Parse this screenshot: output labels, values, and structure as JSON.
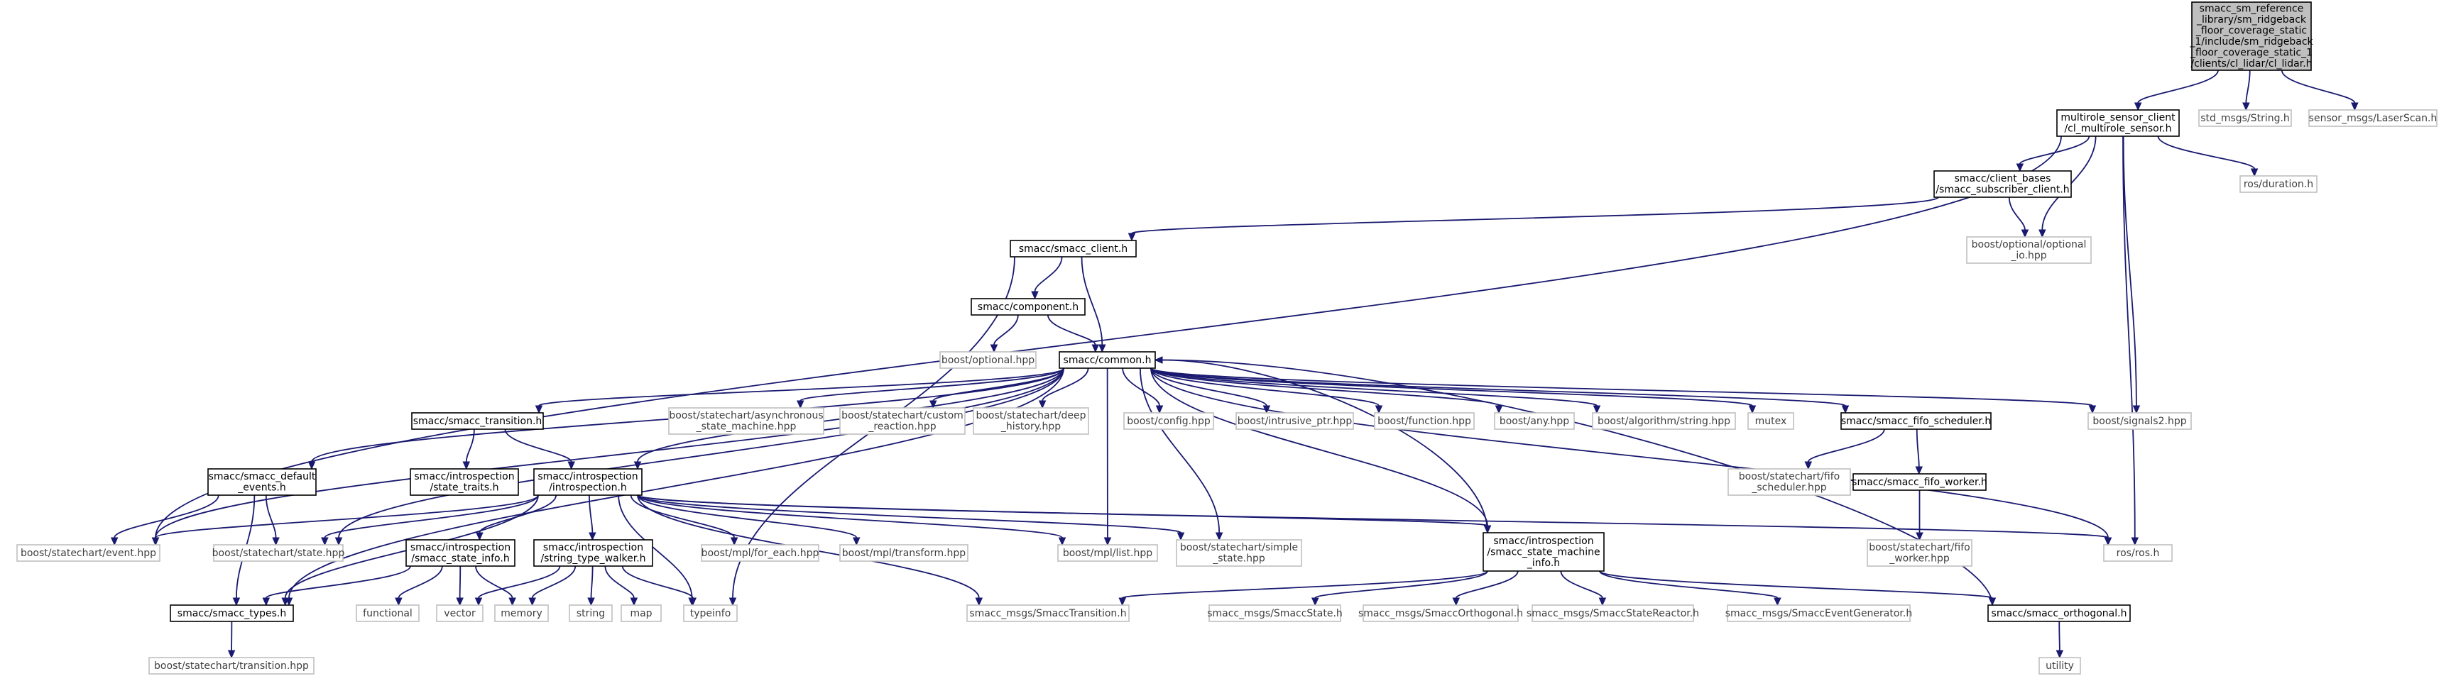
{
  "graph": {
    "type": "include-dependency-graph",
    "nodes": [
      {
        "id": "root",
        "kind": "root",
        "lines": [
          "smacc_sm_reference",
          "_library/sm_ridgeback",
          "_floor_coverage_static",
          "_1/include/sm_ridgeback",
          "_floor_coverage_static_1",
          "/clients/cl_lidar/cl_lidar.h"
        ]
      },
      {
        "id": "mrs",
        "kind": "local",
        "lines": [
          "multirole_sensor_client",
          "/cl_multirole_sensor.h"
        ]
      },
      {
        "id": "stdstr",
        "kind": "external",
        "lines": [
          "std_msgs/String.h"
        ]
      },
      {
        "id": "laser",
        "kind": "external",
        "lines": [
          "sensor_msgs/LaserScan.h"
        ]
      },
      {
        "id": "cbs",
        "kind": "local",
        "lines": [
          "smacc/client_bases",
          "/smacc_subscriber_client.h"
        ]
      },
      {
        "id": "rosdur",
        "kind": "external",
        "lines": [
          "ros/duration.h"
        ]
      },
      {
        "id": "optio",
        "kind": "external",
        "lines": [
          "boost/optional/optional",
          "_io.hpp"
        ]
      },
      {
        "id": "sclient",
        "kind": "local",
        "lines": [
          "smacc/smacc_client.h"
        ]
      },
      {
        "id": "comp",
        "kind": "local",
        "lines": [
          "smacc/component.h"
        ]
      },
      {
        "id": "opt",
        "kind": "external",
        "lines": [
          "boost/optional.hpp"
        ]
      },
      {
        "id": "common",
        "kind": "local",
        "lines": [
          "smacc/common.h"
        ]
      },
      {
        "id": "trans",
        "kind": "local",
        "lines": [
          "smacc/smacc_transition.h"
        ]
      },
      {
        "id": "async",
        "kind": "external",
        "lines": [
          "boost/statechart/asynchronous",
          "_state_machine.hpp"
        ]
      },
      {
        "id": "custom",
        "kind": "external",
        "lines": [
          "boost/statechart/custom",
          "_reaction.hpp"
        ]
      },
      {
        "id": "deephist",
        "kind": "external",
        "lines": [
          "boost/statechart/deep",
          "_history.hpp"
        ]
      },
      {
        "id": "config",
        "kind": "external",
        "lines": [
          "boost/config.hpp"
        ]
      },
      {
        "id": "intrusive",
        "kind": "external",
        "lines": [
          "boost/intrusive_ptr.hpp"
        ]
      },
      {
        "id": "function",
        "kind": "external",
        "lines": [
          "boost/function.hpp"
        ]
      },
      {
        "id": "any",
        "kind": "external",
        "lines": [
          "boost/any.hpp"
        ]
      },
      {
        "id": "algstr",
        "kind": "external",
        "lines": [
          "boost/algorithm/string.hpp"
        ]
      },
      {
        "id": "mutex",
        "kind": "external",
        "lines": [
          "mutex"
        ]
      },
      {
        "id": "fifosched",
        "kind": "local",
        "lines": [
          "smacc/smacc_fifo_scheduler.h"
        ]
      },
      {
        "id": "signals2",
        "kind": "external",
        "lines": [
          "boost/signals2.hpp"
        ]
      },
      {
        "id": "defev",
        "kind": "local",
        "lines": [
          "smacc/smacc_default",
          "_events.h"
        ]
      },
      {
        "id": "strait",
        "kind": "local",
        "lines": [
          "smacc/introspection",
          "/state_traits.h"
        ]
      },
      {
        "id": "intro",
        "kind": "local",
        "lines": [
          "smacc/introspection",
          "/introspection.h"
        ]
      },
      {
        "id": "scfifo",
        "kind": "external",
        "lines": [
          "boost/statechart/fifo",
          "_scheduler.hpp"
        ]
      },
      {
        "id": "fifoworker",
        "kind": "local",
        "lines": [
          "smacc/smacc_fifo_worker.h"
        ]
      },
      {
        "id": "event",
        "kind": "external",
        "lines": [
          "boost/statechart/event.hpp"
        ]
      },
      {
        "id": "state",
        "kind": "external",
        "lines": [
          "boost/statechart/state.hpp"
        ]
      },
      {
        "id": "stinfo",
        "kind": "local",
        "lines": [
          "smacc/introspection",
          "/smacc_state_info.h"
        ]
      },
      {
        "id": "walker",
        "kind": "local",
        "lines": [
          "smacc/introspection",
          "/string_type_walker.h"
        ]
      },
      {
        "id": "foreach",
        "kind": "external",
        "lines": [
          "boost/mpl/for_each.hpp"
        ]
      },
      {
        "id": "transform",
        "kind": "external",
        "lines": [
          "boost/mpl/transform.hpp"
        ]
      },
      {
        "id": "mpllist",
        "kind": "external",
        "lines": [
          "boost/mpl/list.hpp"
        ]
      },
      {
        "id": "simple",
        "kind": "external",
        "lines": [
          "boost/statechart/simple",
          "_state.hpp"
        ]
      },
      {
        "id": "rosh",
        "kind": "external",
        "lines": [
          "ros/ros.h"
        ]
      },
      {
        "id": "smi",
        "kind": "local",
        "lines": [
          "smacc/introspection",
          "/smacc_state_machine",
          "_info.h"
        ]
      },
      {
        "id": "fifowhpp",
        "kind": "external",
        "lines": [
          "boost/statechart/fifo",
          "_worker.hpp"
        ]
      },
      {
        "id": "types",
        "kind": "local",
        "lines": [
          "smacc/smacc_types.h"
        ]
      },
      {
        "id": "functional",
        "kind": "external",
        "lines": [
          "functional"
        ]
      },
      {
        "id": "vector",
        "kind": "external",
        "lines": [
          "vector"
        ]
      },
      {
        "id": "memory",
        "kind": "external",
        "lines": [
          "memory"
        ]
      },
      {
        "id": "string",
        "kind": "external",
        "lines": [
          "string"
        ]
      },
      {
        "id": "map",
        "kind": "external",
        "lines": [
          "map"
        ]
      },
      {
        "id": "typeinfo",
        "kind": "external",
        "lines": [
          "typeinfo"
        ]
      },
      {
        "id": "mtrans",
        "kind": "external",
        "lines": [
          "smacc_msgs/SmaccTransition.h"
        ]
      },
      {
        "id": "mstate",
        "kind": "external",
        "lines": [
          "smacc_msgs/SmaccState.h"
        ]
      },
      {
        "id": "morth",
        "kind": "external",
        "lines": [
          "smacc_msgs/SmaccOrthogonal.h"
        ]
      },
      {
        "id": "mreact",
        "kind": "external",
        "lines": [
          "smacc_msgs/SmaccStateReactor.h"
        ]
      },
      {
        "id": "mevgen",
        "kind": "external",
        "lines": [
          "smacc_msgs/SmaccEventGenerator.h"
        ]
      },
      {
        "id": "orth",
        "kind": "local",
        "lines": [
          "smacc/smacc_orthogonal.h"
        ]
      },
      {
        "id": "sctrans",
        "kind": "external",
        "lines": [
          "boost/statechart/transition.hpp"
        ]
      },
      {
        "id": "utility",
        "kind": "external",
        "lines": [
          "utility"
        ]
      }
    ],
    "edges": [
      [
        "root",
        "mrs"
      ],
      [
        "root",
        "stdstr"
      ],
      [
        "root",
        "laser"
      ],
      [
        "mrs",
        "cbs"
      ],
      [
        "mrs",
        "rosdur"
      ],
      [
        "mrs",
        "optio"
      ],
      [
        "mrs",
        "signals2"
      ],
      [
        "mrs",
        "rosh"
      ],
      [
        "mrs",
        "event"
      ],
      [
        "cbs",
        "sclient"
      ],
      [
        "cbs",
        "optio"
      ],
      [
        "sclient",
        "comp"
      ],
      [
        "sclient",
        "common"
      ],
      [
        "sclient",
        "typeinfo"
      ],
      [
        "comp",
        "opt"
      ],
      [
        "comp",
        "common"
      ],
      [
        "common",
        "trans"
      ],
      [
        "common",
        "async"
      ],
      [
        "common",
        "custom"
      ],
      [
        "common",
        "deephist"
      ],
      [
        "common",
        "config"
      ],
      [
        "common",
        "intrusive"
      ],
      [
        "common",
        "function"
      ],
      [
        "common",
        "any"
      ],
      [
        "common",
        "algstr"
      ],
      [
        "common",
        "mutex"
      ],
      [
        "common",
        "fifosched"
      ],
      [
        "common",
        "signals2"
      ],
      [
        "common",
        "defev"
      ],
      [
        "common",
        "intro"
      ],
      [
        "common",
        "event"
      ],
      [
        "common",
        "state"
      ],
      [
        "common",
        "types"
      ],
      [
        "common",
        "mpllist"
      ],
      [
        "common",
        "simple"
      ],
      [
        "common",
        "rosh"
      ],
      [
        "common",
        "smi"
      ],
      [
        "trans",
        "strait"
      ],
      [
        "trans",
        "intro"
      ],
      [
        "fifosched",
        "scfifo"
      ],
      [
        "fifosched",
        "fifoworker"
      ],
      [
        "fifoworker",
        "fifowhpp"
      ],
      [
        "defev",
        "event"
      ],
      [
        "defev",
        "state"
      ],
      [
        "defev",
        "types"
      ],
      [
        "intro",
        "event"
      ],
      [
        "intro",
        "state"
      ],
      [
        "intro",
        "stinfo"
      ],
      [
        "intro",
        "walker"
      ],
      [
        "intro",
        "foreach"
      ],
      [
        "intro",
        "transform"
      ],
      [
        "intro",
        "mpllist"
      ],
      [
        "intro",
        "simple"
      ],
      [
        "intro",
        "rosh"
      ],
      [
        "intro",
        "smi"
      ],
      [
        "intro",
        "types"
      ],
      [
        "intro",
        "typeinfo"
      ],
      [
        "intro",
        "mtrans"
      ],
      [
        "stinfo",
        "types"
      ],
      [
        "stinfo",
        "functional"
      ],
      [
        "stinfo",
        "vector"
      ],
      [
        "stinfo",
        "memory"
      ],
      [
        "walker",
        "vector"
      ],
      [
        "walker",
        "memory"
      ],
      [
        "walker",
        "string"
      ],
      [
        "walker",
        "map"
      ],
      [
        "walker",
        "typeinfo"
      ],
      [
        "smi",
        "mtrans"
      ],
      [
        "smi",
        "mstate"
      ],
      [
        "smi",
        "morth"
      ],
      [
        "smi",
        "mreact"
      ],
      [
        "smi",
        "mevgen"
      ],
      [
        "smi",
        "orth"
      ],
      [
        "smi",
        "common"
      ],
      [
        "types",
        "sctrans"
      ],
      [
        "orth",
        "common"
      ],
      [
        "orth",
        "utility"
      ]
    ]
  }
}
